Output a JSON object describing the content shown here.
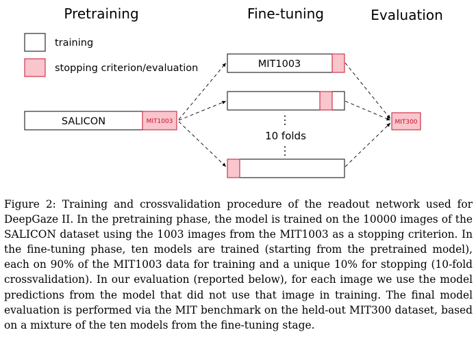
{
  "phases": {
    "pretraining": "Pretraining",
    "finetuning": "Fine-tuning",
    "evaluation": "Evaluation"
  },
  "legend": {
    "training": "training",
    "stopping": "stopping criterion/evaluation"
  },
  "boxes": {
    "salicon": "SALICON",
    "salicon_stop": "MIT1003",
    "fold1": "MIT1003",
    "eval": "MIT300"
  },
  "folds_label": "10 folds",
  "colors": {
    "stop_fill": "#f8c6cc",
    "stop_border": "#c8102e",
    "stop_text": "#c8102e"
  },
  "caption": "Figure 2: Training and crossvalidation procedure of the readout network used for DeepGaze II. In the pretraining phase, the model is trained on the 10000 images of the SALICON dataset using the 1003 images from the MIT1003 as a stopping criterion. In the fine-tuning phase, ten models are trained (starting from the pretrained model), each on 90% of the MIT1003 data for training and a unique 10% for stopping (10-fold crossvalidation). In our evaluation (reported below), for each image we use the model predictions from the model that did not use that image in training. The final model evaluation is performed via the MIT benchmark on the held-out MIT300 dataset, based on a mixture of the ten models from the fine-tuning stage."
}
